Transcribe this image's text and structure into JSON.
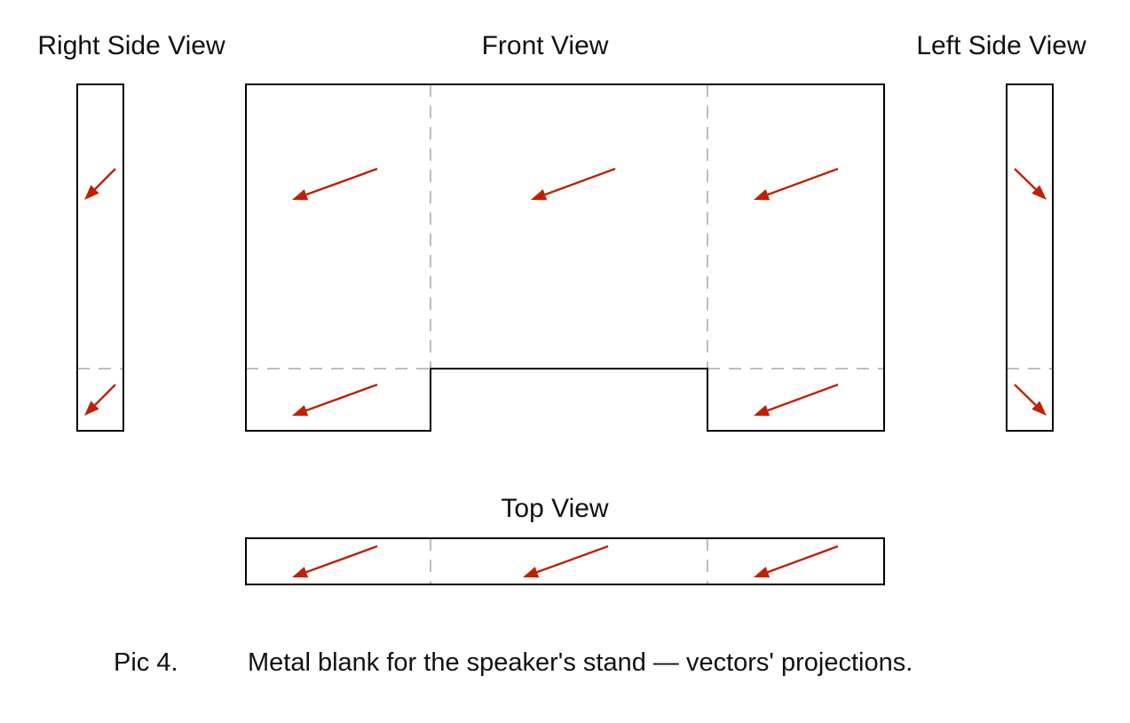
{
  "labels": {
    "right_side_view": "Right Side View",
    "front_view": "Front View",
    "left_side_view": "Left Side View",
    "top_view": "Top View"
  },
  "caption": {
    "number": "Pic 4.",
    "text": "Metal blank for the speaker's stand — vectors' projections."
  },
  "colors": {
    "outline": "#000000",
    "fold_line": "#bdbdbd",
    "vector": "#c02000"
  },
  "views": [
    {
      "id": "right-side",
      "vectors": [
        {
          "panel": "upper",
          "direction": "down-left"
        },
        {
          "panel": "lower",
          "direction": "down-left"
        }
      ]
    },
    {
      "id": "front",
      "vectors": [
        {
          "panel": "left-upper",
          "direction": "down-left"
        },
        {
          "panel": "center",
          "direction": "down-left"
        },
        {
          "panel": "right-upper",
          "direction": "down-left"
        },
        {
          "panel": "left-lower",
          "direction": "down-left"
        },
        {
          "panel": "right-lower",
          "direction": "down-left"
        }
      ]
    },
    {
      "id": "left-side",
      "vectors": [
        {
          "panel": "upper",
          "direction": "down-right"
        },
        {
          "panel": "lower",
          "direction": "down-right"
        }
      ]
    },
    {
      "id": "top",
      "vectors": [
        {
          "panel": "left",
          "direction": "down-left"
        },
        {
          "panel": "center",
          "direction": "down-left"
        },
        {
          "panel": "right",
          "direction": "down-left"
        }
      ]
    }
  ]
}
